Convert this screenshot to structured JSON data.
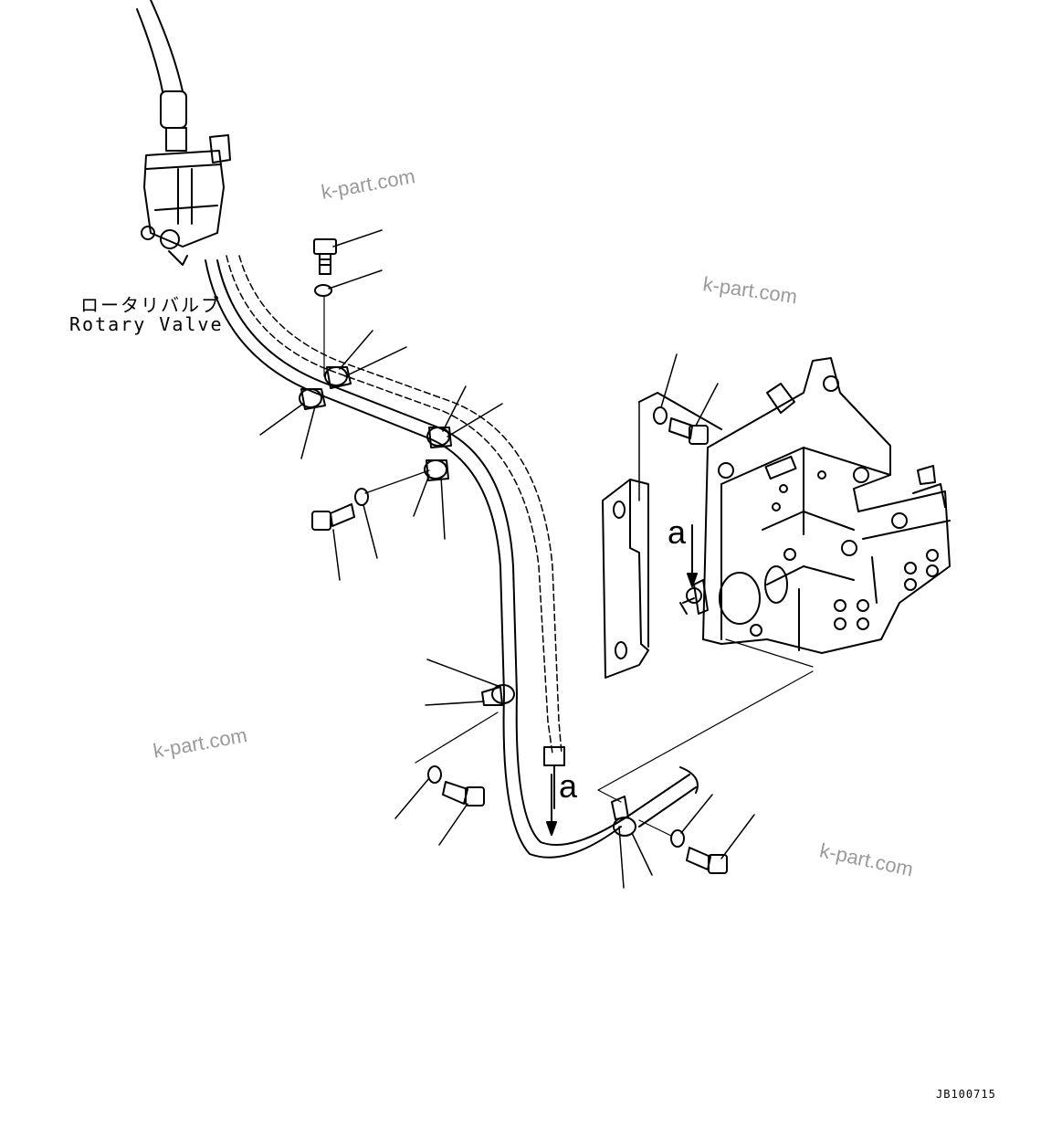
{
  "labels": {
    "rotary_valve_jp": "ロータリバルブ",
    "rotary_valve_en": "Rotary Valve",
    "callout_a_upper": "a",
    "callout_a_lower": "a",
    "drawing_code": "JB100715"
  },
  "watermarks": [
    "k-part.com",
    "k-part.com",
    "k-part.com",
    "k-part.com"
  ]
}
